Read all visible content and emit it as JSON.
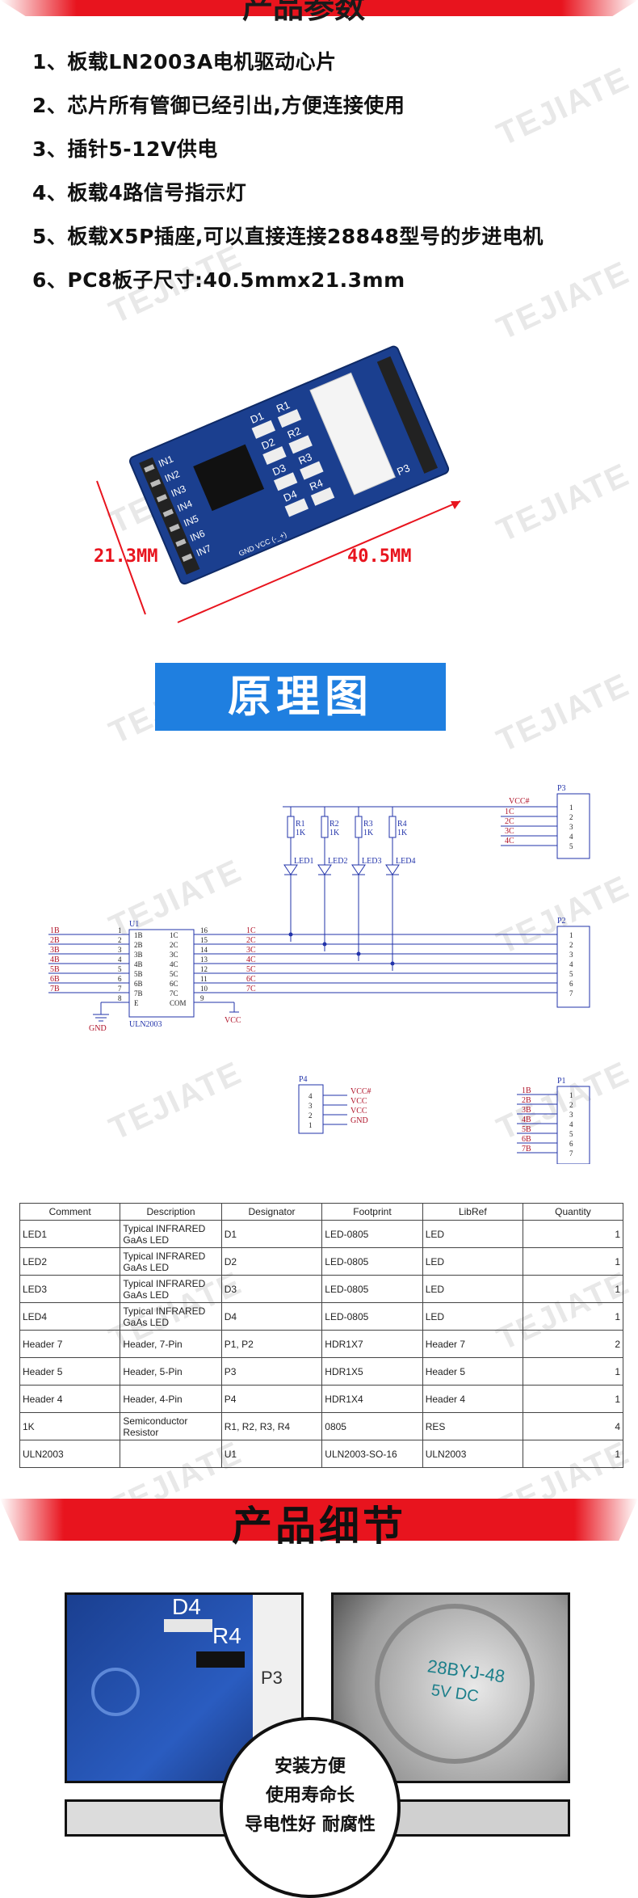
{
  "banner_top": {
    "title": "产品参数"
  },
  "params": [
    "1、板载LN2003A电机驱动心片",
    "2、芯片所有管御已经引出,方便连接使用",
    "3、插针5-12V供电",
    "4、板载4路信号指示灯",
    "5、板载X5P插座,可以直接连接28848型号的步进电机",
    "6、PC8板子尺寸:40.5mmx21.3mm"
  ],
  "watermark": "TEJIATE",
  "board": {
    "dim_height": "21.3MM",
    "dim_width": "40.5MM",
    "labels": {
      "d1": "D1",
      "d2": "D2",
      "d3": "D3",
      "d4": "D4",
      "r1": "R1",
      "r2": "R2",
      "r3": "R3",
      "r4": "R4",
      "in1": "IN1",
      "in2": "IN2",
      "in3": "IN3",
      "in4": "IN4",
      "in5": "IN5",
      "in6": "IN6",
      "in7": "IN7",
      "p3": "P3",
      "gnd": "GND VCC (-_+)"
    }
  },
  "section_schematic": {
    "title": "原理图"
  },
  "schematic": {
    "vcc_hash": "VCC#",
    "p3": "P3",
    "p2": "P2",
    "p4": "P4",
    "p1": "P1",
    "u1": "U1",
    "chip": "ULN2003",
    "gnd": "GND",
    "vcc": "VCC",
    "r_labels": [
      "R1",
      "R2",
      "R3",
      "R4"
    ],
    "r_values": [
      "1K",
      "1K",
      "1K",
      "1K"
    ],
    "led_labels": [
      "LED1",
      "LED2",
      "LED3",
      "LED4"
    ],
    "inputs": [
      "1B",
      "2B",
      "3B",
      "4B",
      "5B",
      "6B",
      "7B"
    ],
    "outputs": [
      "1C",
      "2C",
      "3C",
      "4C",
      "5C",
      "6C",
      "7C"
    ],
    "chip_left": [
      "1B",
      "2B",
      "3B",
      "4B",
      "5B",
      "6B",
      "7B",
      "E"
    ],
    "chip_right": [
      "1C",
      "2C",
      "3C",
      "4C",
      "5C",
      "6C",
      "7C",
      "COM"
    ],
    "pin_left": [
      "1",
      "2",
      "3",
      "4",
      "5",
      "6",
      "7",
      "8"
    ],
    "pin_right": [
      "16",
      "15",
      "14",
      "13",
      "12",
      "11",
      "10",
      "9"
    ],
    "p3_nets": [
      "VCC#",
      "1C",
      "2C",
      "3C",
      "4C"
    ],
    "p4_nets": [
      "VCC#",
      "VCC",
      "VCC",
      "GND"
    ],
    "p4_pins": [
      "4",
      "3",
      "2",
      "1"
    ],
    "p1_nets": [
      "1B",
      "2B",
      "3B",
      "4B",
      "5B",
      "6B",
      "7B"
    ],
    "pins5": [
      "1",
      "2",
      "3",
      "4",
      "5"
    ],
    "pins7": [
      "1",
      "2",
      "3",
      "4",
      "5",
      "6",
      "7"
    ]
  },
  "bom": {
    "headers": [
      "Comment",
      "Description",
      "Designator",
      "Footprint",
      "LibRef",
      "Quantity"
    ],
    "rows": [
      [
        "LED1",
        "Typical INFRARED GaAs LED",
        "D1",
        "LED-0805",
        "LED",
        "1"
      ],
      [
        "LED2",
        "Typical INFRARED GaAs LED",
        "D2",
        "LED-0805",
        "LED",
        "1"
      ],
      [
        "LED3",
        "Typical INFRARED GaAs LED",
        "D3",
        "LED-0805",
        "LED",
        "1"
      ],
      [
        "LED4",
        "Typical INFRARED GaAs LED",
        "D4",
        "LED-0805",
        "LED",
        "1"
      ],
      [
        "Header 7",
        "Header, 7-Pin",
        "P1, P2",
        "HDR1X7",
        "Header 7",
        "2"
      ],
      [
        "Header 5",
        "Header, 5-Pin",
        "P3",
        "HDR1X5",
        "Header 5",
        "1"
      ],
      [
        "Header 4",
        "Header, 4-Pin",
        "P4",
        "HDR1X4",
        "Header 4",
        "1"
      ],
      [
        "1K",
        "Semiconductor Resistor",
        "R1, R2, R3, R4",
        "0805",
        "RES",
        "4"
      ],
      [
        "ULN2003",
        "",
        "U1",
        "ULN2003-SO-16",
        "ULN2003",
        "1"
      ]
    ]
  },
  "section_details": {
    "title": "产品细节"
  },
  "detail_photo_left": {
    "labels": [
      "D4",
      "R4",
      "P3"
    ]
  },
  "detail_photo_right": {
    "motor_text": "28BYJ-48",
    "motor_volt": "5V   DC"
  },
  "features": [
    "安装方便",
    "使用寿命长",
    "导电性好 耐腐性"
  ],
  "colors": {
    "accent_red": "#e8141e",
    "accent_blue": "#1f7fe0",
    "pcb_blue": "#1b3f8f",
    "schematic_red": "#b0142a",
    "schematic_blue": "#2233aa"
  }
}
